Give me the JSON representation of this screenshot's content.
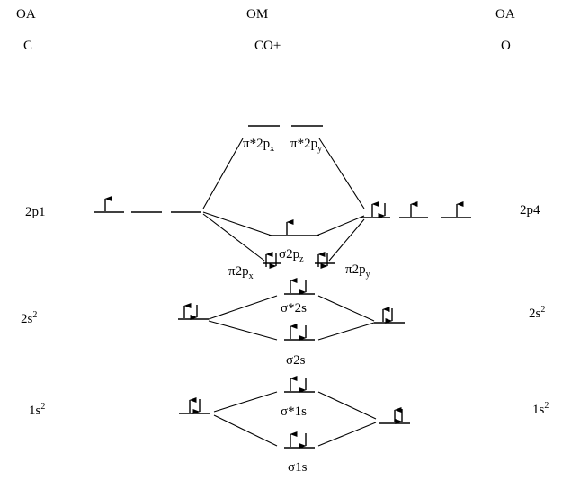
{
  "headers": {
    "left_top": "OA",
    "middle_top": "OM",
    "right_top": "OA",
    "left_atom": "C",
    "middle_molecule": "CO+",
    "right_atom": "O"
  },
  "atomic_labels": {
    "c_2p": "2p1",
    "c_2s": "2s",
    "c_2s_sup": "2",
    "c_1s": "1s",
    "c_1s_sup": "2",
    "o_2p": "2p4",
    "o_2s": "2s",
    "o_2s_sup": "2",
    "o_1s": "1s",
    "o_1s_sup": "2"
  },
  "mo_labels": {
    "pi_star_x": {
      "main": "π*2p",
      "sub": "x"
    },
    "pi_star_y": {
      "main": "π*2p",
      "sub": "y"
    },
    "sigma_2pz": {
      "main": "σ2p",
      "sub": "z"
    },
    "pi_x": {
      "main": "π2p",
      "sub": "x"
    },
    "pi_y": {
      "main": "π2p",
      "sub": "y"
    },
    "sigma_star_2s": "σ*2s",
    "sigma_2s": "σ2s",
    "sigma_star_1s": "σ*1s",
    "sigma_1s": "σ1s"
  },
  "electrons": {
    "c_2p": [
      "up",
      "",
      ""
    ],
    "c_2s": [
      "up",
      "down"
    ],
    "c_1s": [
      "up",
      "down"
    ],
    "o_2p": [
      "up down",
      "up",
      "up"
    ],
    "o_2s": [
      "up",
      "down"
    ],
    "o_1s": [
      "up",
      "down"
    ],
    "pi_star_x": [],
    "pi_star_y": [],
    "sigma_2pz": [
      "up"
    ],
    "pi_x": [
      "up",
      "down"
    ],
    "pi_y": [
      "up",
      "down"
    ],
    "sigma_star_2s": [
      "up",
      "down"
    ],
    "sigma_2s": [
      "up",
      "down"
    ],
    "sigma_star_1s": [
      "up",
      "down"
    ],
    "sigma_1s": [
      "up",
      "down"
    ]
  }
}
